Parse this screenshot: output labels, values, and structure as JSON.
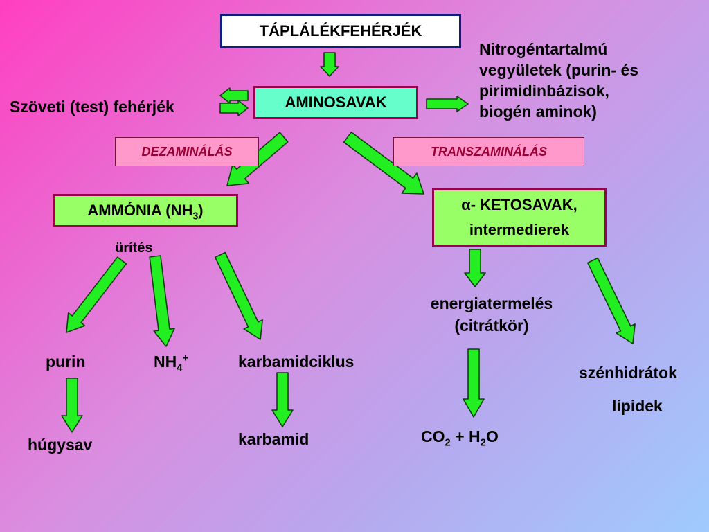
{
  "title_box": "TÁPLÁLÉKFEHÉRJÉK",
  "aminosavak": "AMINOSAVAK",
  "tissue": "Szöveti (test) fehérjék",
  "nitrogen": [
    "Nitrogéntartalmú",
    "vegyületek (purin- és",
    "pirimidinbázisok,",
    "biogén aminok)"
  ],
  "dezaminalas": "DEZAMINÁLÁS",
  "transzaminalas": "TRANSZAMINÁLÁS",
  "ammonia": {
    "main": "AMMÓNIA (NH",
    "sub": "3",
    "tail": ")"
  },
  "ketosavak": {
    "alpha": "α",
    "line1": "- KETOSAVAK,",
    "line2": "intermedierek"
  },
  "urites": "ürítés",
  "purin": "purin",
  "nh4": {
    "main": "NH",
    "sub": "4",
    "sup": "+"
  },
  "karbamidciklus": "karbamidciklus",
  "hugysav": "húgysav",
  "karbamid": "karbamid",
  "energiatermeles": [
    "energiatermelés",
    "(citrátkör)"
  ],
  "co2": {
    "a": "CO",
    "a_sub": "2",
    "mid": " + H",
    "b_sub": "2",
    "tail": "O"
  },
  "szenhidratok": "szénhidrátok",
  "lipidek": "lipidek",
  "colors": {
    "arrow_fill": "#22ee22",
    "ammonia_box": "#99ff66",
    "aminosavak_box": "#66ffcc",
    "label_box": "#ff99cc",
    "label_text": "#990033",
    "box_border": "#99004d"
  }
}
